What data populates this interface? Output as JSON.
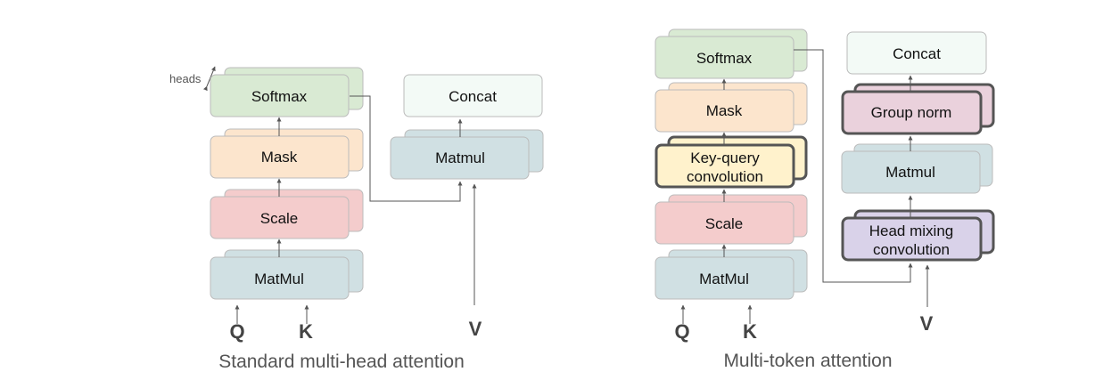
{
  "left": {
    "caption": "Standard multi-head attention",
    "heads_label": "heads",
    "softmax": "Softmax",
    "mask": "Mask",
    "scale": "Scale",
    "matmul": "MatMul",
    "concat": "Concat",
    "matmul_v": "Matmul",
    "q": "Q",
    "k": "K",
    "v": "V"
  },
  "right": {
    "caption": "Multi-token attention",
    "softmax": "Softmax",
    "mask": "Mask",
    "kq_conv_line1": "Key-query",
    "kq_conv_line2": "convolution",
    "scale": "Scale",
    "matmul": "MatMul",
    "concat": "Concat",
    "group_norm": "Group norm",
    "matmul_v": "Matmul",
    "head_mix_line1": "Head mixing",
    "head_mix_line2": "convolution",
    "q": "Q",
    "k": "K",
    "v": "V"
  },
  "colors": {
    "softmax": "#d9ead3",
    "mask": "#fce5cd",
    "scale": "#f4cccc",
    "matmul": "#d0e0e3",
    "concat": "#f3faf6",
    "kq_conv": "#fff2cc",
    "group_norm": "#ead1dc",
    "head_mix": "#d9d2e9",
    "border_light": "#bbbbbb",
    "border_bold": "#555555",
    "line": "#555555"
  }
}
